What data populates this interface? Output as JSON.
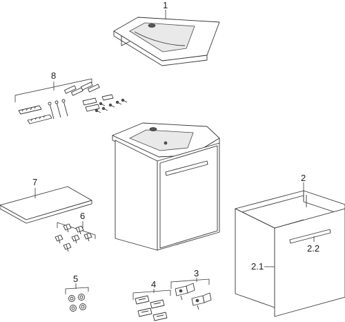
{
  "callouts": {
    "c1": "1",
    "c2": "2",
    "c2_1": "2.1",
    "c2_2": "2.2",
    "c3": "3",
    "c4": "4",
    "c5": "5",
    "c6": "6",
    "c7": "7",
    "c8": "8"
  },
  "icons": {
    "washbasin": "washbasin-icon",
    "vanity_unit": "vanity-unit-icon",
    "cabinet_carcass": "cabinet-carcass-icon",
    "shelf": "shelf-icon",
    "fixing_set": "fixing-set-icon",
    "hinges": "hinge-icon",
    "handle": "handle-icon"
  }
}
